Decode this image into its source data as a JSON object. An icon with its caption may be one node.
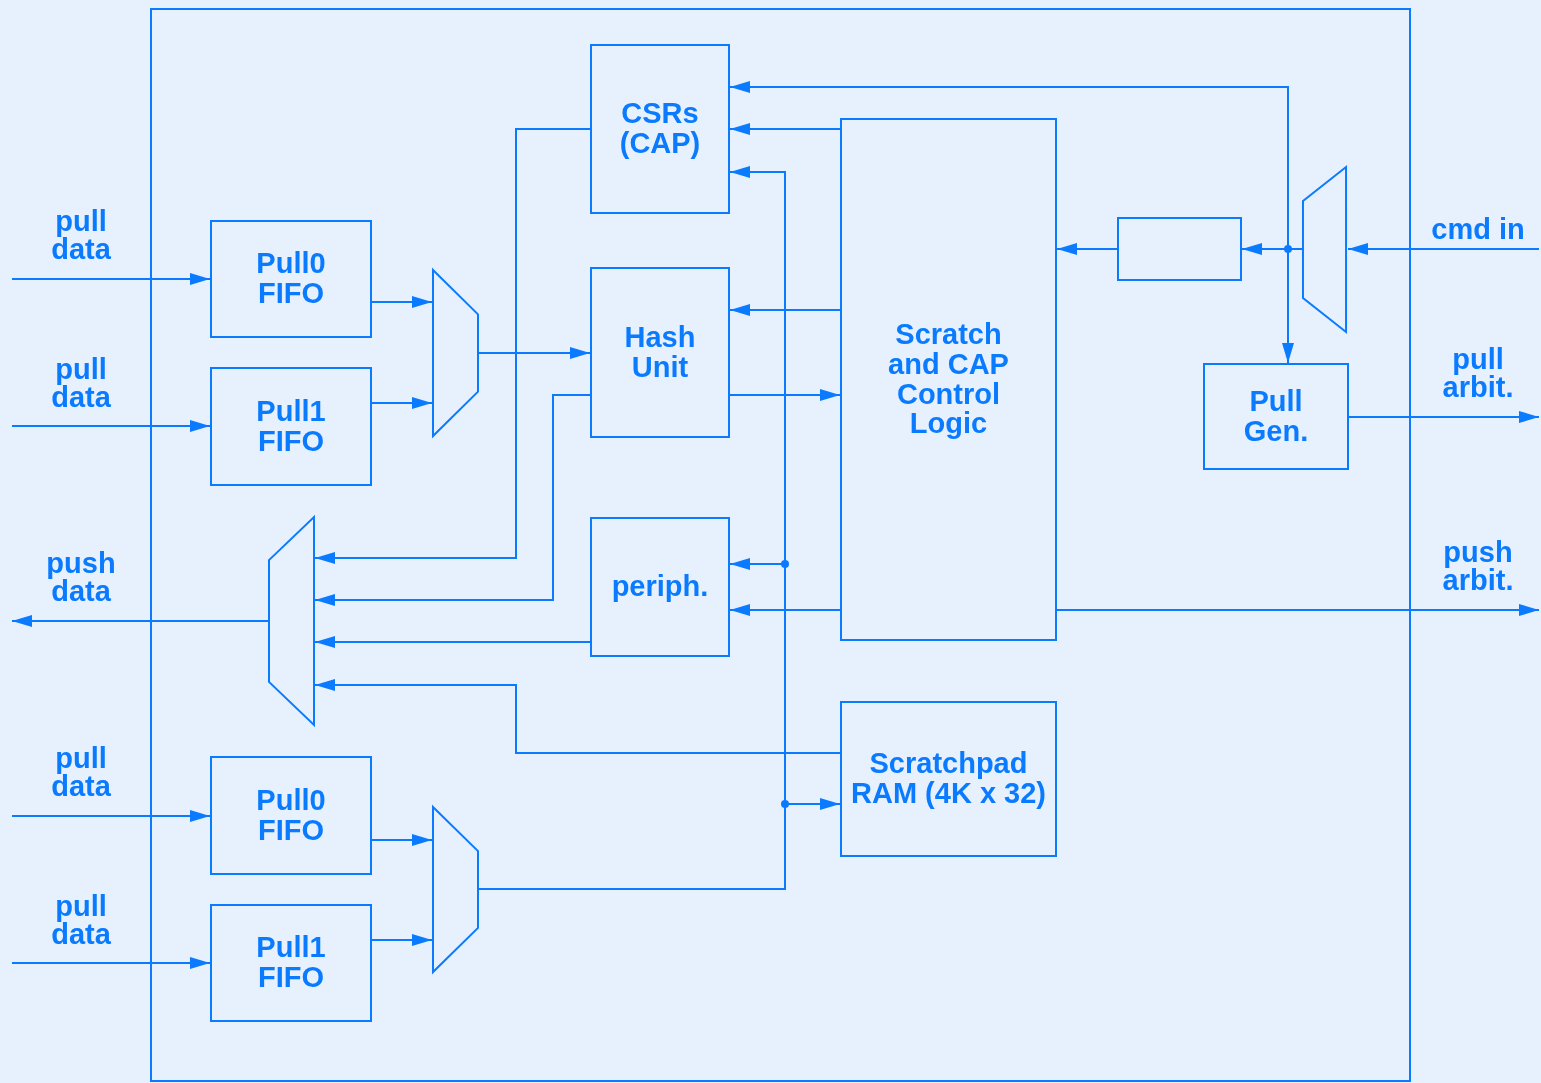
{
  "diagram": {
    "nodes": [
      {
        "text": [],
        "shape": "box"
      },
      {
        "text": [
          "CSRs (CAP)"
        ],
        "in": 0
      },
      {
        "text": [
          "Pull0 FIFO"
        ],
        "in": 0
      },
      {
        "text": [
          "Pull1 FIFO"
        ],
        "in": 0
      },
      {
        "text": [],
        "shape": "trapezoid",
        "in": 0
      },
      {
        "text": [
          "Hash Unit"
        ],
        "in": 0
      },
      {
        "text": [
          "Scratch and CAP Control Logic"
        ],
        "in": 0
      },
      {
        "text": [],
        "shape": "box",
        "in": 0
      },
      {
        "text": [],
        "shape": "trapezoid",
        "in": 0
      },
      {
        "text": [
          "Pull Gen."
        ],
        "in": 0
      },
      {
        "text": [],
        "shape": "trapezoid",
        "in": 0
      },
      {
        "text": [
          "periph."
        ],
        "in": 0
      },
      {
        "text": [
          "Scratchpad RAM (4K x 32)"
        ],
        "in": 0
      },
      {
        "text": [
          "Pull0 FIFO"
        ],
        "in": 0
      },
      {
        "text": [
          "Pull1 FIFO"
        ],
        "in": 0
      },
      {
        "text": [],
        "shape": "trapezoid",
        "in": 0
      }
    ],
    "edges": [
      {
        "from": null,
        "to": 2,
        "arrow": "to",
        "label": "pull data"
      },
      {
        "from": null,
        "to": 3,
        "arrow": "to",
        "label": "pull data"
      },
      {
        "from": 2,
        "to": 4,
        "arrow": "to"
      },
      {
        "from": 3,
        "to": 4,
        "arrow": "to"
      },
      {
        "from": 4,
        "to": 5,
        "arrow": "to"
      },
      {
        "from": 1,
        "to": 10,
        "arrow": "to"
      },
      {
        "from": 5,
        "to": 10,
        "arrow": "to"
      },
      {
        "from": 11,
        "to": 10,
        "arrow": "to"
      },
      {
        "from": 12,
        "to": 10,
        "arrow": "to"
      },
      {
        "from": 10,
        "to": null,
        "arrow": "to",
        "label": "push data"
      },
      {
        "from": 6,
        "to": 1,
        "arrow": "to"
      },
      {
        "from": 6,
        "to": 5,
        "arrow": "to"
      },
      {
        "from": 5,
        "to": 6,
        "arrow": "to"
      },
      {
        "from": 6,
        "to": 11,
        "arrow": "to"
      },
      {
        "from": 8,
        "to": 1,
        "arrow": "to"
      },
      {
        "from": 8,
        "to": 7,
        "arrow": "to"
      },
      {
        "from": 7,
        "to": 6,
        "arrow": "to"
      },
      {
        "from": 8,
        "to": 9,
        "arrow": "to"
      },
      {
        "from": null,
        "to": 8,
        "arrow": "to",
        "label": "cmd in"
      },
      {
        "from": 9,
        "to": null,
        "arrow": "to",
        "label": "pull arbit."
      },
      {
        "from": 6,
        "to": null,
        "arrow": "to",
        "label": "push arbit."
      },
      {
        "from": null,
        "to": 13,
        "arrow": "to",
        "label": "pull data"
      },
      {
        "from": null,
        "to": 14,
        "arrow": "to",
        "label": "pull data"
      },
      {
        "from": 13,
        "to": 15,
        "arrow": "to"
      },
      {
        "from": 14,
        "to": 15,
        "arrow": "to"
      },
      {
        "from": 15,
        "to": 1,
        "arrow": "to"
      },
      {
        "from": 15,
        "to": 11,
        "arrow": "to"
      },
      {
        "from": 15,
        "to": 12,
        "arrow": "to"
      }
    ]
  }
}
